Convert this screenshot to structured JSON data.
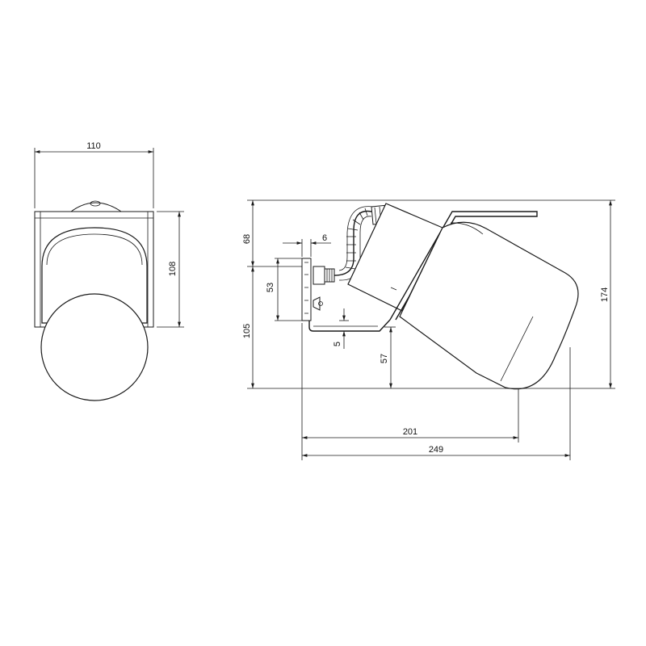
{
  "dimensions": {
    "front_width": "110",
    "front_height": "108",
    "side_top": "68",
    "side_bracket_thickness": "6",
    "side_plate_height": "53",
    "side_lower": "105",
    "side_gap": "5",
    "side_foot": "57",
    "side_total_height": "174",
    "side_length_inner": "201",
    "side_length_total": "249"
  }
}
